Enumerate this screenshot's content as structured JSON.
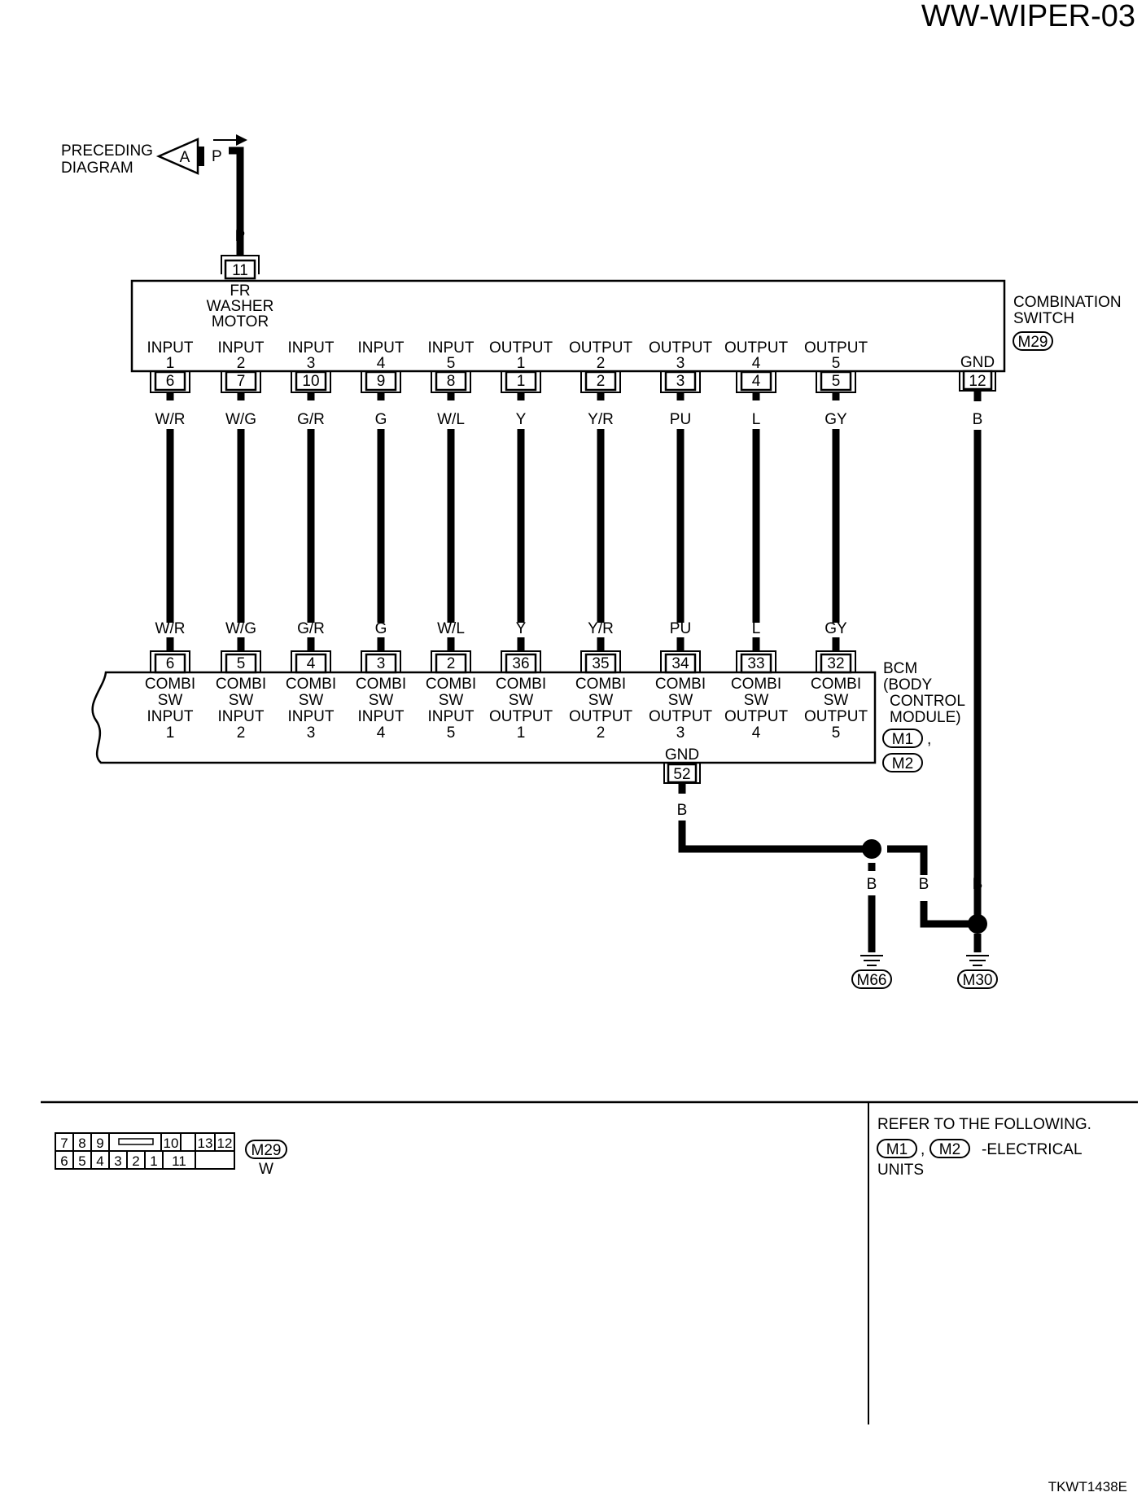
{
  "page_title": "WW-WIPER-03",
  "doc_code": "TKWT1438E",
  "preceding": {
    "line1": "PRECEDING",
    "line2": "DIAGRAM",
    "connector": "A",
    "wire_color": "P"
  },
  "combination_switch": {
    "name_line1": "COMBINATION",
    "name_line2": "SWITCH",
    "connector": "M29",
    "top_terminal": "11",
    "top_label": [
      "FR",
      "WASHER",
      "MOTOR"
    ],
    "top_wire_color": "P",
    "gnd_label": "GND",
    "gnd_terminal": "12",
    "gnd_wire_color": "B"
  },
  "wires": [
    {
      "sw_label": "INPUT",
      "sw_num": "1",
      "sw_term": "6",
      "color": "W/R",
      "bcm_term": "6",
      "bcm_line1": "COMBI",
      "bcm_line2": "SW",
      "bcm_line3": "INPUT",
      "bcm_num": "1"
    },
    {
      "sw_label": "INPUT",
      "sw_num": "2",
      "sw_term": "7",
      "color": "W/G",
      "bcm_term": "5",
      "bcm_line1": "COMBI",
      "bcm_line2": "SW",
      "bcm_line3": "INPUT",
      "bcm_num": "2"
    },
    {
      "sw_label": "INPUT",
      "sw_num": "3",
      "sw_term": "10",
      "color": "G/R",
      "bcm_term": "4",
      "bcm_line1": "COMBI",
      "bcm_line2": "SW",
      "bcm_line3": "INPUT",
      "bcm_num": "3"
    },
    {
      "sw_label": "INPUT",
      "sw_num": "4",
      "sw_term": "9",
      "color": "G",
      "bcm_term": "3",
      "bcm_line1": "COMBI",
      "bcm_line2": "SW",
      "bcm_line3": "INPUT",
      "bcm_num": "4"
    },
    {
      "sw_label": "INPUT",
      "sw_num": "5",
      "sw_term": "8",
      "color": "W/L",
      "bcm_term": "2",
      "bcm_line1": "COMBI",
      "bcm_line2": "SW",
      "bcm_line3": "INPUT",
      "bcm_num": "5"
    },
    {
      "sw_label": "OUTPUT",
      "sw_num": "1",
      "sw_term": "1",
      "color": "Y",
      "bcm_term": "36",
      "bcm_line1": "COMBI",
      "bcm_line2": "SW",
      "bcm_line3": "OUTPUT",
      "bcm_num": "1"
    },
    {
      "sw_label": "OUTPUT",
      "sw_num": "2",
      "sw_term": "2",
      "color": "Y/R",
      "bcm_term": "35",
      "bcm_line1": "COMBI",
      "bcm_line2": "SW",
      "bcm_line3": "OUTPUT",
      "bcm_num": "2"
    },
    {
      "sw_label": "OUTPUT",
      "sw_num": "3",
      "sw_term": "3",
      "color": "PU",
      "bcm_term": "34",
      "bcm_line1": "COMBI",
      "bcm_line2": "SW",
      "bcm_line3": "OUTPUT",
      "bcm_num": "3"
    },
    {
      "sw_label": "OUTPUT",
      "sw_num": "4",
      "sw_term": "4",
      "color": "L",
      "bcm_term": "33",
      "bcm_line1": "COMBI",
      "bcm_line2": "SW",
      "bcm_line3": "OUTPUT",
      "bcm_num": "4"
    },
    {
      "sw_label": "OUTPUT",
      "sw_num": "5",
      "sw_term": "5",
      "color": "GY",
      "bcm_term": "32",
      "bcm_line1": "COMBI",
      "bcm_line2": "SW",
      "bcm_line3": "OUTPUT",
      "bcm_num": "5"
    }
  ],
  "bcm": {
    "name": [
      "BCM",
      "(BODY",
      "CONTROL",
      "MODULE)"
    ],
    "connector1": "M1",
    "connector2": "M2",
    "comma": ",",
    "gnd_label": "GND",
    "gnd_terminal": "52",
    "gnd_wire_color": "B"
  },
  "ground": {
    "wire_b1": "B",
    "wire_b2": "B",
    "wire_b3": "B",
    "ground1": "M66",
    "ground2": "M30"
  },
  "connector_face": {
    "row1": [
      "7",
      "8",
      "9",
      "",
      "10",
      "",
      "13",
      "12"
    ],
    "row2": [
      "6",
      "5",
      "4",
      "3",
      "2",
      "1",
      "11",
      ""
    ],
    "connector": "M29",
    "color": "W"
  },
  "refer": {
    "line1": "REFER TO THE FOLLOWING.",
    "conn1": "M1",
    "sep": ",",
    "conn2": "M2",
    "suffix": "-ELECTRICAL",
    "line3": "UNITS"
  }
}
